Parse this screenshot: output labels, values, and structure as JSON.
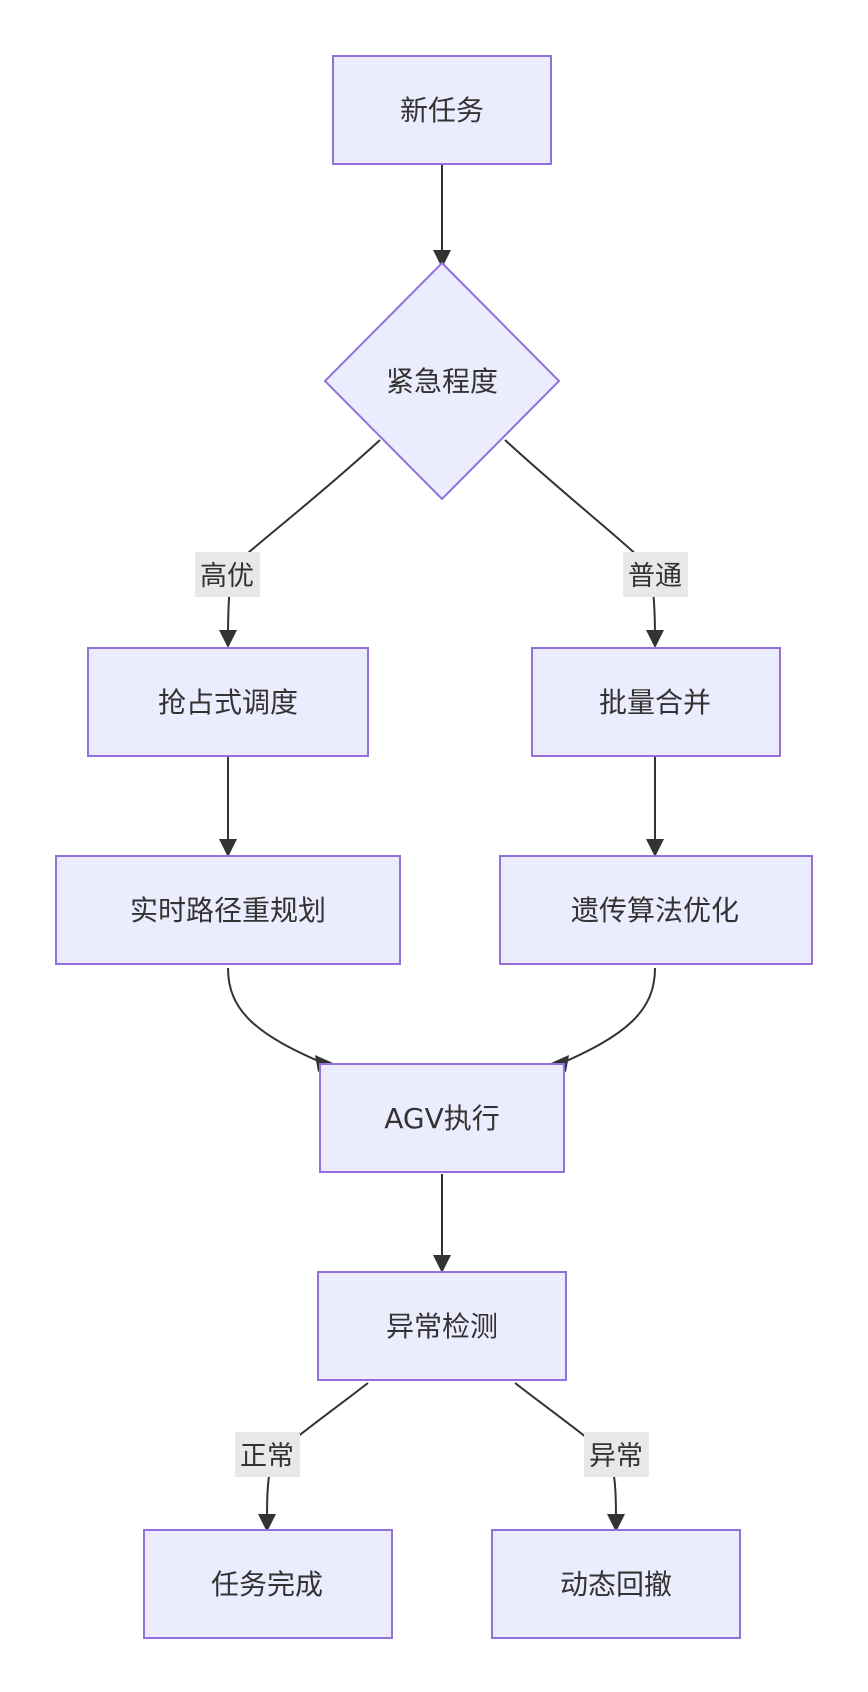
{
  "nodes": {
    "start": "新任务",
    "decision_urgency": "紧急程度",
    "preemptive": "抢占式调度",
    "batch": "批量合并",
    "replan": "实时路径重规划",
    "genetic": "遗传算法优化",
    "agv": "AGV执行",
    "anomaly": "异常检测",
    "done": "任务完成",
    "rollback": "动态回撤"
  },
  "edge_labels": {
    "high_priority": "高优",
    "normal": "普通",
    "ok": "正常",
    "abnormal": "异常"
  },
  "colors": {
    "node_fill": "#ECECFF",
    "node_stroke": "#9370DB",
    "edge": "#333333",
    "label_bg": "#e8e8e8"
  }
}
